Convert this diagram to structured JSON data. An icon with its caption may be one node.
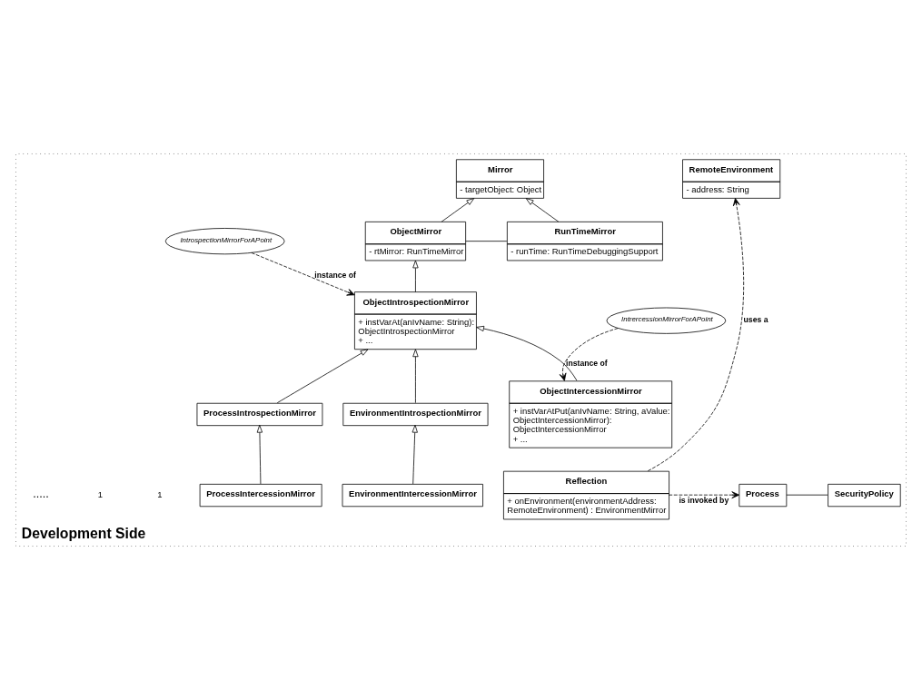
{
  "diagram": {
    "nodes": [
      {
        "text": [
          "Development Side"
        ]
      },
      {
        "text": [
          "SecurityPolicy"
        ],
        "in": 0
      },
      {
        "text": [
          "Process"
        ],
        "in": 0
      },
      {
        "text": [
          "Reflection",
          "+ onEnvironment(environmentAddress: RemoteEnvironment) : EnvironmentMirror"
        ],
        "in": 0
      },
      {
        "text": [
          "RemoteEnvironment",
          "- address: String"
        ],
        "in": 0
      },
      {
        "text": [
          "Mirror",
          "- targetObject: Object"
        ],
        "in": 0
      },
      {
        "text": [
          "ObjectMirror",
          "- rtMirror: RunTimeMirror"
        ],
        "in": 0
      },
      {
        "text": [
          "RunTimeMirror",
          "- runTime: RunTimeDebuggingSupport"
        ],
        "in": 0
      },
      {
        "text": [
          "IntrospectionMirrorForAPoint"
        ],
        "in": 0
      },
      {
        "text": [
          "ObjectIntrospectionMirror",
          "+ instVarAt(anIvName: String): ObjectIntrospectionMirror",
          "+ ..."
        ],
        "in": 0
      },
      {
        "text": [
          "IntrercessionMirrorForAPoint"
        ],
        "in": 0
      },
      {
        "text": [
          "EnvironmentIntrospectionMirror"
        ],
        "in": 0
      },
      {
        "text": [
          "ObjectIntercessionMirror",
          "+ instVarAtPut(anIvName: String, aValue: ObjectIntercessionMirror): ObjectIntercessionMirror",
          "+ ..."
        ],
        "in": 0
      },
      {
        "text": [
          "ProcessIntrospectionMirror"
        ],
        "in": 0
      },
      {
        "text": [
          "EnvironmentIntercessionMirror"
        ],
        "in": 0
      },
      {
        "text": [
          "ProcessIntercessionMirror"
        ],
        "in": 0
      }
    ],
    "edges": [
      {
        "from": 1,
        "to": 2,
        "arrow": "none"
      },
      {
        "from": 3,
        "to": 2,
        "arrow": "to",
        "label": "is invoked by",
        "style": "dashed"
      },
      {
        "from": 3,
        "to": 4,
        "arrow": "to",
        "label": "uses a",
        "style": "dashed"
      },
      {
        "from": 6,
        "to": 5,
        "arrow": "to"
      },
      {
        "from": 7,
        "to": 5,
        "arrow": "to"
      },
      {
        "from": 6,
        "to": 7,
        "arrow": "none"
      },
      {
        "from": 9,
        "to": 6,
        "arrow": "to"
      },
      {
        "from": 8,
        "to": 9,
        "arrow": "to",
        "label": "instance of",
        "style": "dashed"
      },
      {
        "from": 11,
        "to": 9,
        "arrow": "to"
      },
      {
        "from": 12,
        "to": 9,
        "arrow": "to"
      },
      {
        "from": 13,
        "to": 9,
        "arrow": "to"
      },
      {
        "from": 10,
        "to": 12,
        "arrow": "to",
        "label": "instance of",
        "style": "dashed"
      },
      {
        "from": 14,
        "to": 11,
        "arrow": "to"
      },
      {
        "from": 15,
        "to": 13,
        "arrow": "to"
      }
    ],
    "labels": [
      "1",
      "1",
      "....."
    ]
  }
}
